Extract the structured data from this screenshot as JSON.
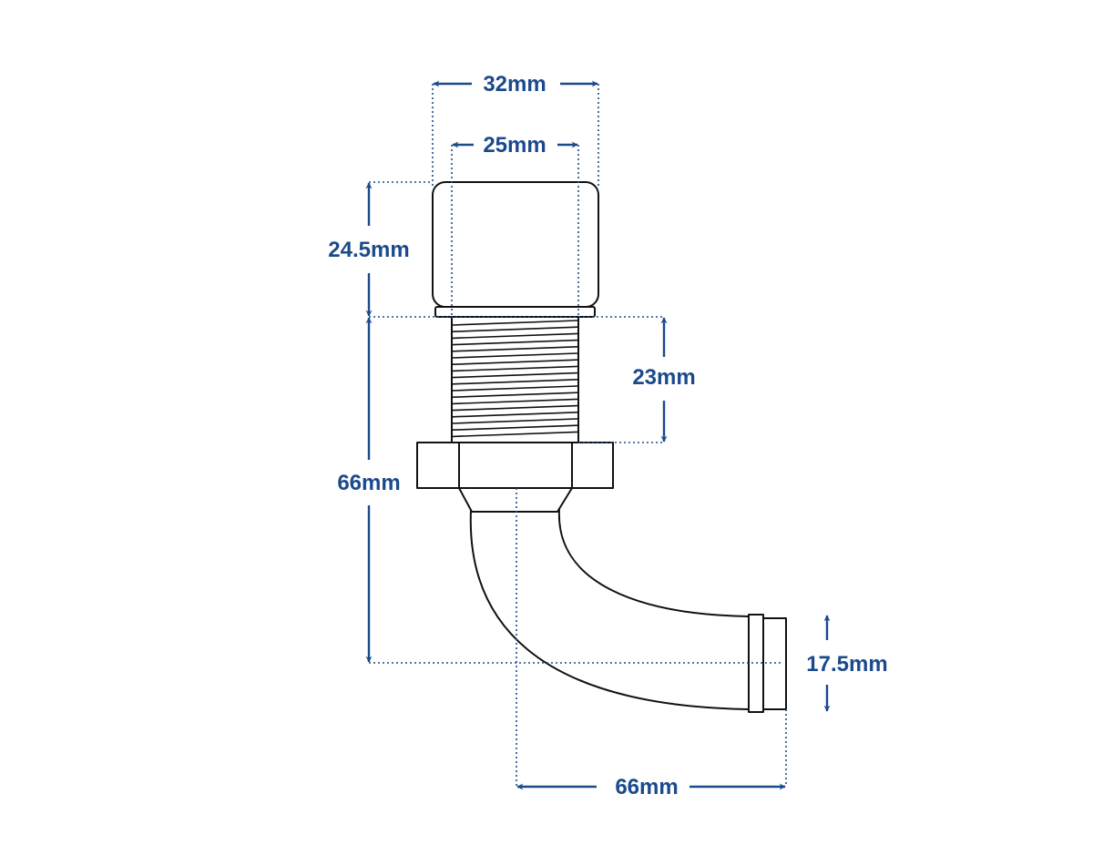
{
  "colors": {
    "dimension": "#1b4a8c",
    "outline": "#111111",
    "background": "#ffffff"
  },
  "dimensions": {
    "cap_outer_width": "32mm",
    "cap_inner_width": "25mm",
    "cap_height": "24.5mm",
    "thread_length": "23mm",
    "body_height": "66mm",
    "outlet_diameter": "17.5mm",
    "horizontal_reach": "66mm"
  }
}
